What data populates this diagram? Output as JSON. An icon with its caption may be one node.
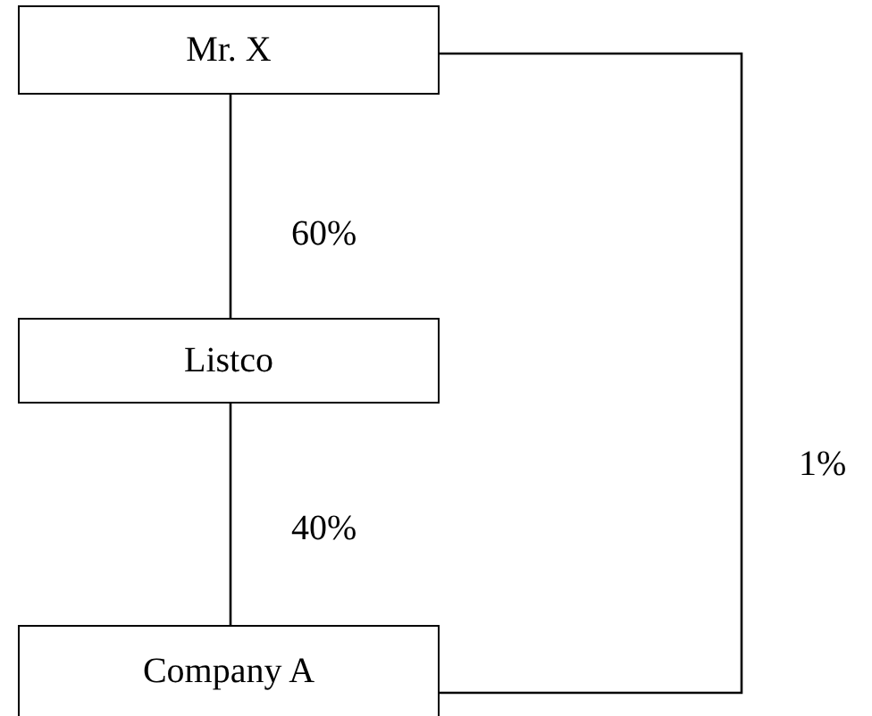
{
  "diagram": {
    "nodes": [
      {
        "text": [
          "Mr. X"
        ]
      },
      {
        "text": [
          "Listco"
        ]
      },
      {
        "text": [
          "Company A"
        ]
      }
    ],
    "edges": [
      {
        "from": 0,
        "to": 1,
        "arrow": "none",
        "label": "60%"
      },
      {
        "from": 1,
        "to": 2,
        "arrow": "none",
        "label": "40%"
      },
      {
        "from": 0,
        "to": 2,
        "arrow": "none",
        "label": "1%"
      }
    ]
  }
}
